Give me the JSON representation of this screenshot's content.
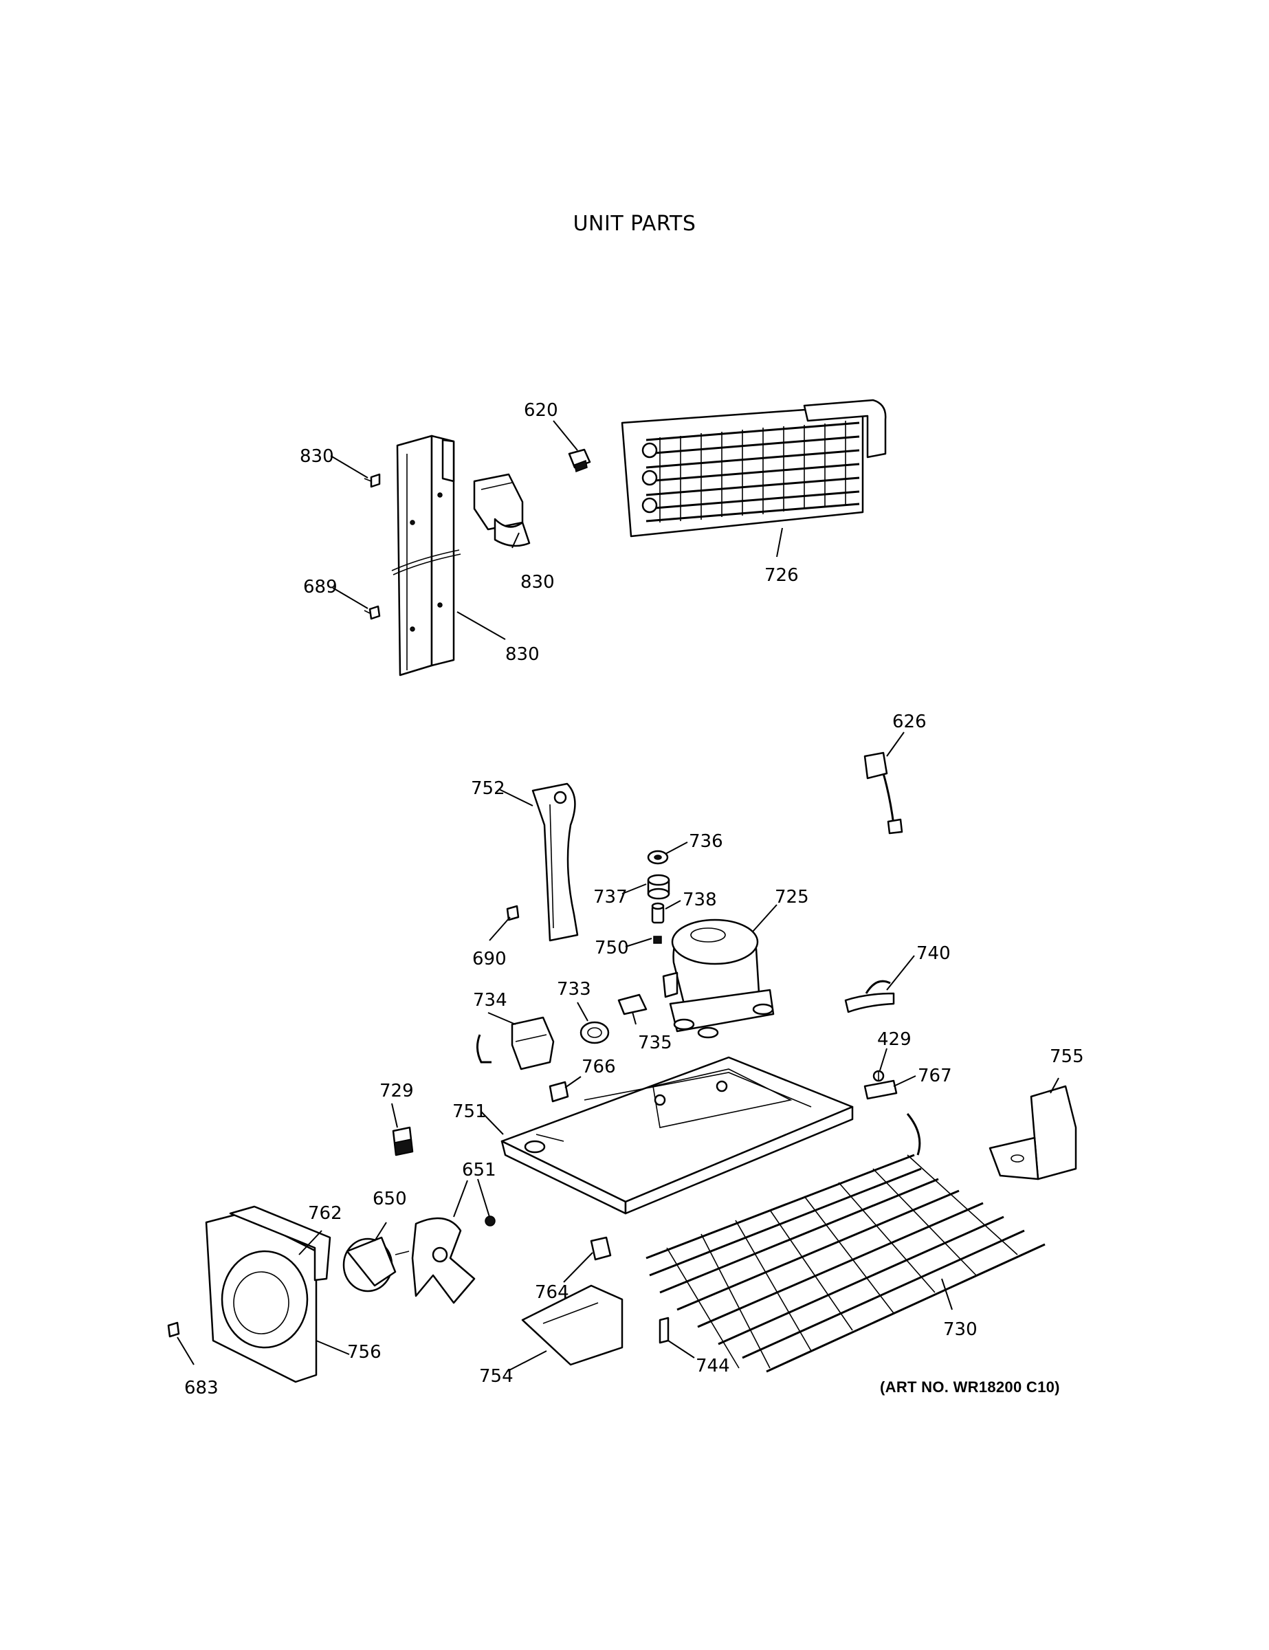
{
  "title": "UNIT PARTS",
  "art_number": "(ART NO. WR18200 C10)",
  "callouts": {
    "p830a": "830",
    "p830b": "830",
    "p830c": "830",
    "p689": "689",
    "p620": "620",
    "p726": "726",
    "p626": "626",
    "p752": "752",
    "p736": "736",
    "p737": "737",
    "p738": "738",
    "p725": "725",
    "p750": "750",
    "p690": "690",
    "p740": "740",
    "p734": "734",
    "p733": "733",
    "p735": "735",
    "p766": "766",
    "p429": "429",
    "p767": "767",
    "p755": "755",
    "p729": "729",
    "p751": "751",
    "p651": "651",
    "p762": "762",
    "p650": "650",
    "p764": "764",
    "p730": "730",
    "p756": "756",
    "p683": "683",
    "p754": "754",
    "p744": "744"
  }
}
